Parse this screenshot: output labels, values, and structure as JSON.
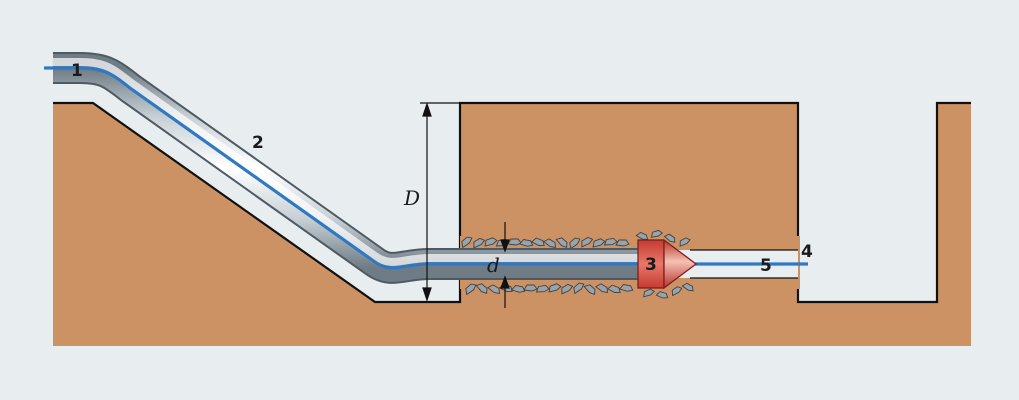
{
  "colors": {
    "background": "#e8edf0",
    "soil": "#cc9264",
    "soil_edge": "#111111",
    "pipe_edge": "#4d5a63",
    "pipe_core": "#ffffff",
    "pipe_shade": "#8f9aa2",
    "centerline": "#2f78c2",
    "expander_fill": "#d9473e",
    "expander_highlight": "#f6c5b8",
    "debris": "#9aa3aa"
  },
  "labels": {
    "entry_point": "1",
    "pipe_string": "2",
    "reamer": "3",
    "exit_point": "4",
    "product_pipe": "5"
  },
  "dimensions": {
    "borehole_depth": "D",
    "pipe_diameter": "d"
  }
}
